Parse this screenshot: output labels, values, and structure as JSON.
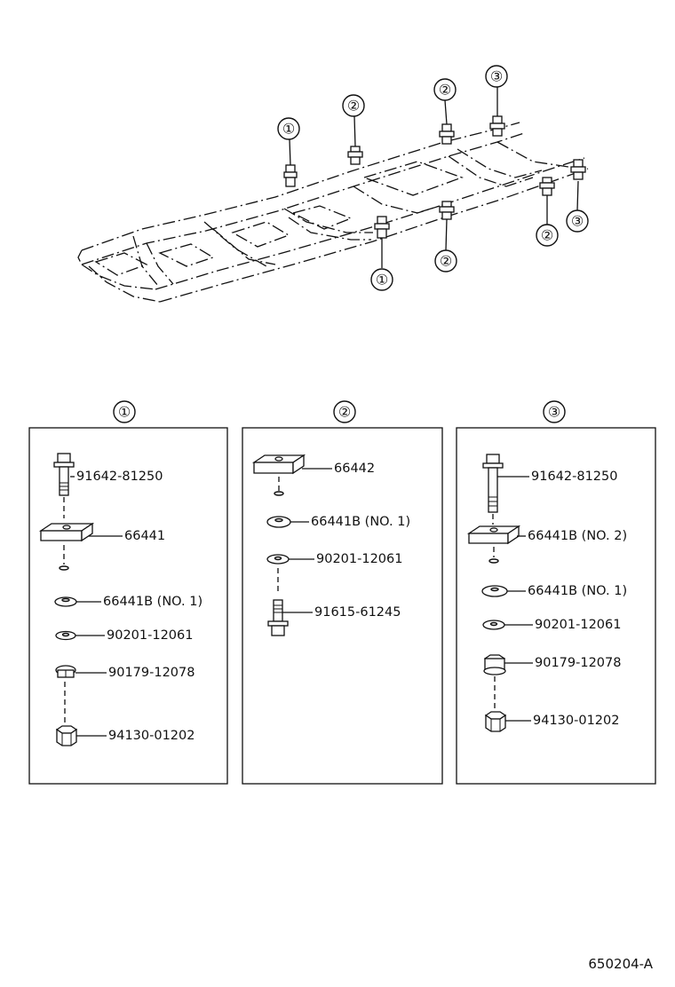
{
  "overview": {
    "callouts": [
      {
        "id": "c1a",
        "label": "①"
      },
      {
        "id": "c2a",
        "label": "②"
      },
      {
        "id": "c2b",
        "label": "②"
      },
      {
        "id": "c3a",
        "label": "③"
      },
      {
        "id": "c1b",
        "label": "①"
      },
      {
        "id": "c2c",
        "label": "②"
      },
      {
        "id": "c2d",
        "label": "②"
      },
      {
        "id": "c3b",
        "label": "③"
      }
    ]
  },
  "groups": [
    {
      "title": "①",
      "parts": [
        {
          "number": "91642-81250",
          "icon": "flange-bolt-icon"
        },
        {
          "number": "66441",
          "icon": "cushion-plate-icon"
        },
        {
          "number": "66441B (NO. 1)",
          "icon": "cushion-washer-icon"
        },
        {
          "number": "90201-12061",
          "icon": "washer-icon"
        },
        {
          "number": "90179-12078",
          "icon": "flange-nut-icon"
        },
        {
          "number": "94130-01202",
          "icon": "hex-nut-icon"
        }
      ]
    },
    {
      "title": "②",
      "parts": [
        {
          "number": "66442",
          "icon": "square-plate-icon"
        },
        {
          "number": "66441B (NO. 1)",
          "icon": "cushion-washer-icon"
        },
        {
          "number": "90201-12061",
          "icon": "washer-icon"
        },
        {
          "number": "91615-61245",
          "icon": "bolt-icon"
        }
      ]
    },
    {
      "title": "③",
      "parts": [
        {
          "number": "91642-81250",
          "icon": "flange-bolt-icon"
        },
        {
          "number": "66441B  (NO. 2)",
          "icon": "cushion-plate-icon"
        },
        {
          "number": "66441B  (NO. 1)",
          "icon": "cushion-washer-icon"
        },
        {
          "number": "90201-12061",
          "icon": "washer-icon"
        },
        {
          "number": "90179-12078",
          "icon": "flange-nut-icon"
        },
        {
          "number": "94130-01202",
          "icon": "hex-nut-icon"
        }
      ]
    }
  ],
  "figure_code": "650204-A"
}
